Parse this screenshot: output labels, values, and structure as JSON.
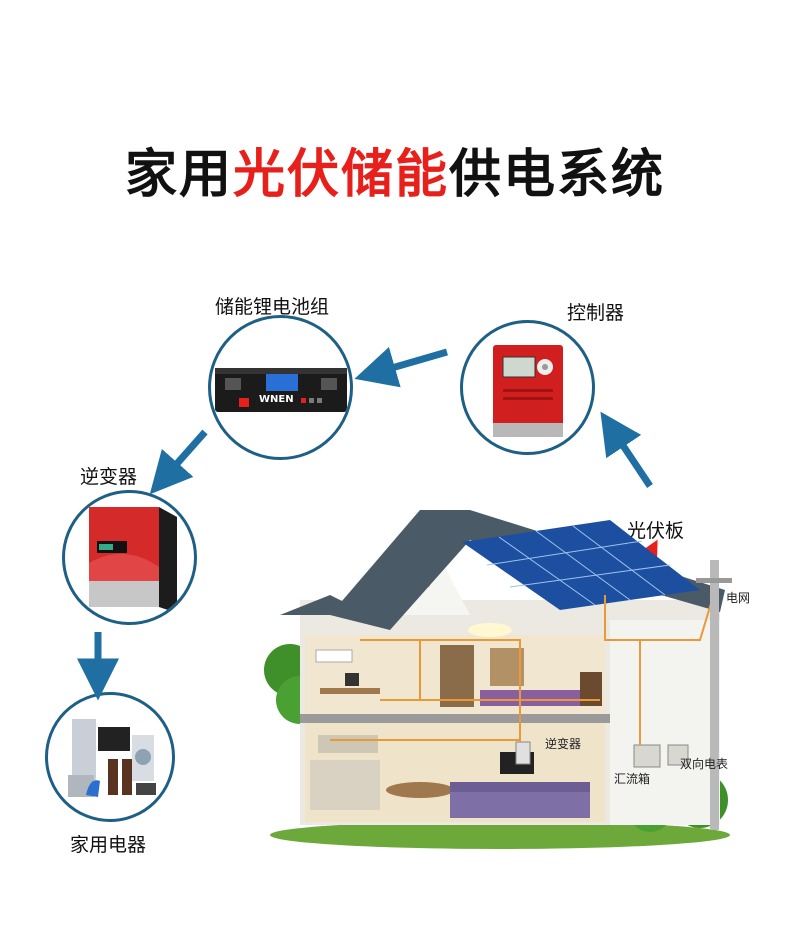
{
  "title": {
    "part1": "家用",
    "part2": "光伏储能",
    "part3": "供电系统"
  },
  "nodes": {
    "battery": "储能锂电池组",
    "controller": "控制器",
    "inverter": "逆变器",
    "appliances": "家用电器",
    "pv_panel": "光伏板"
  },
  "house_labels": {
    "grid": "电网",
    "inverter": "逆变器",
    "combiner_box": "汇流箱",
    "bidirectional_meter": "双向电表"
  },
  "battery_brand": "WNEN",
  "colors": {
    "accent_red": "#e8201b",
    "circle_border": "#1e5f86",
    "arrow_blue": "#1f6fa3"
  }
}
